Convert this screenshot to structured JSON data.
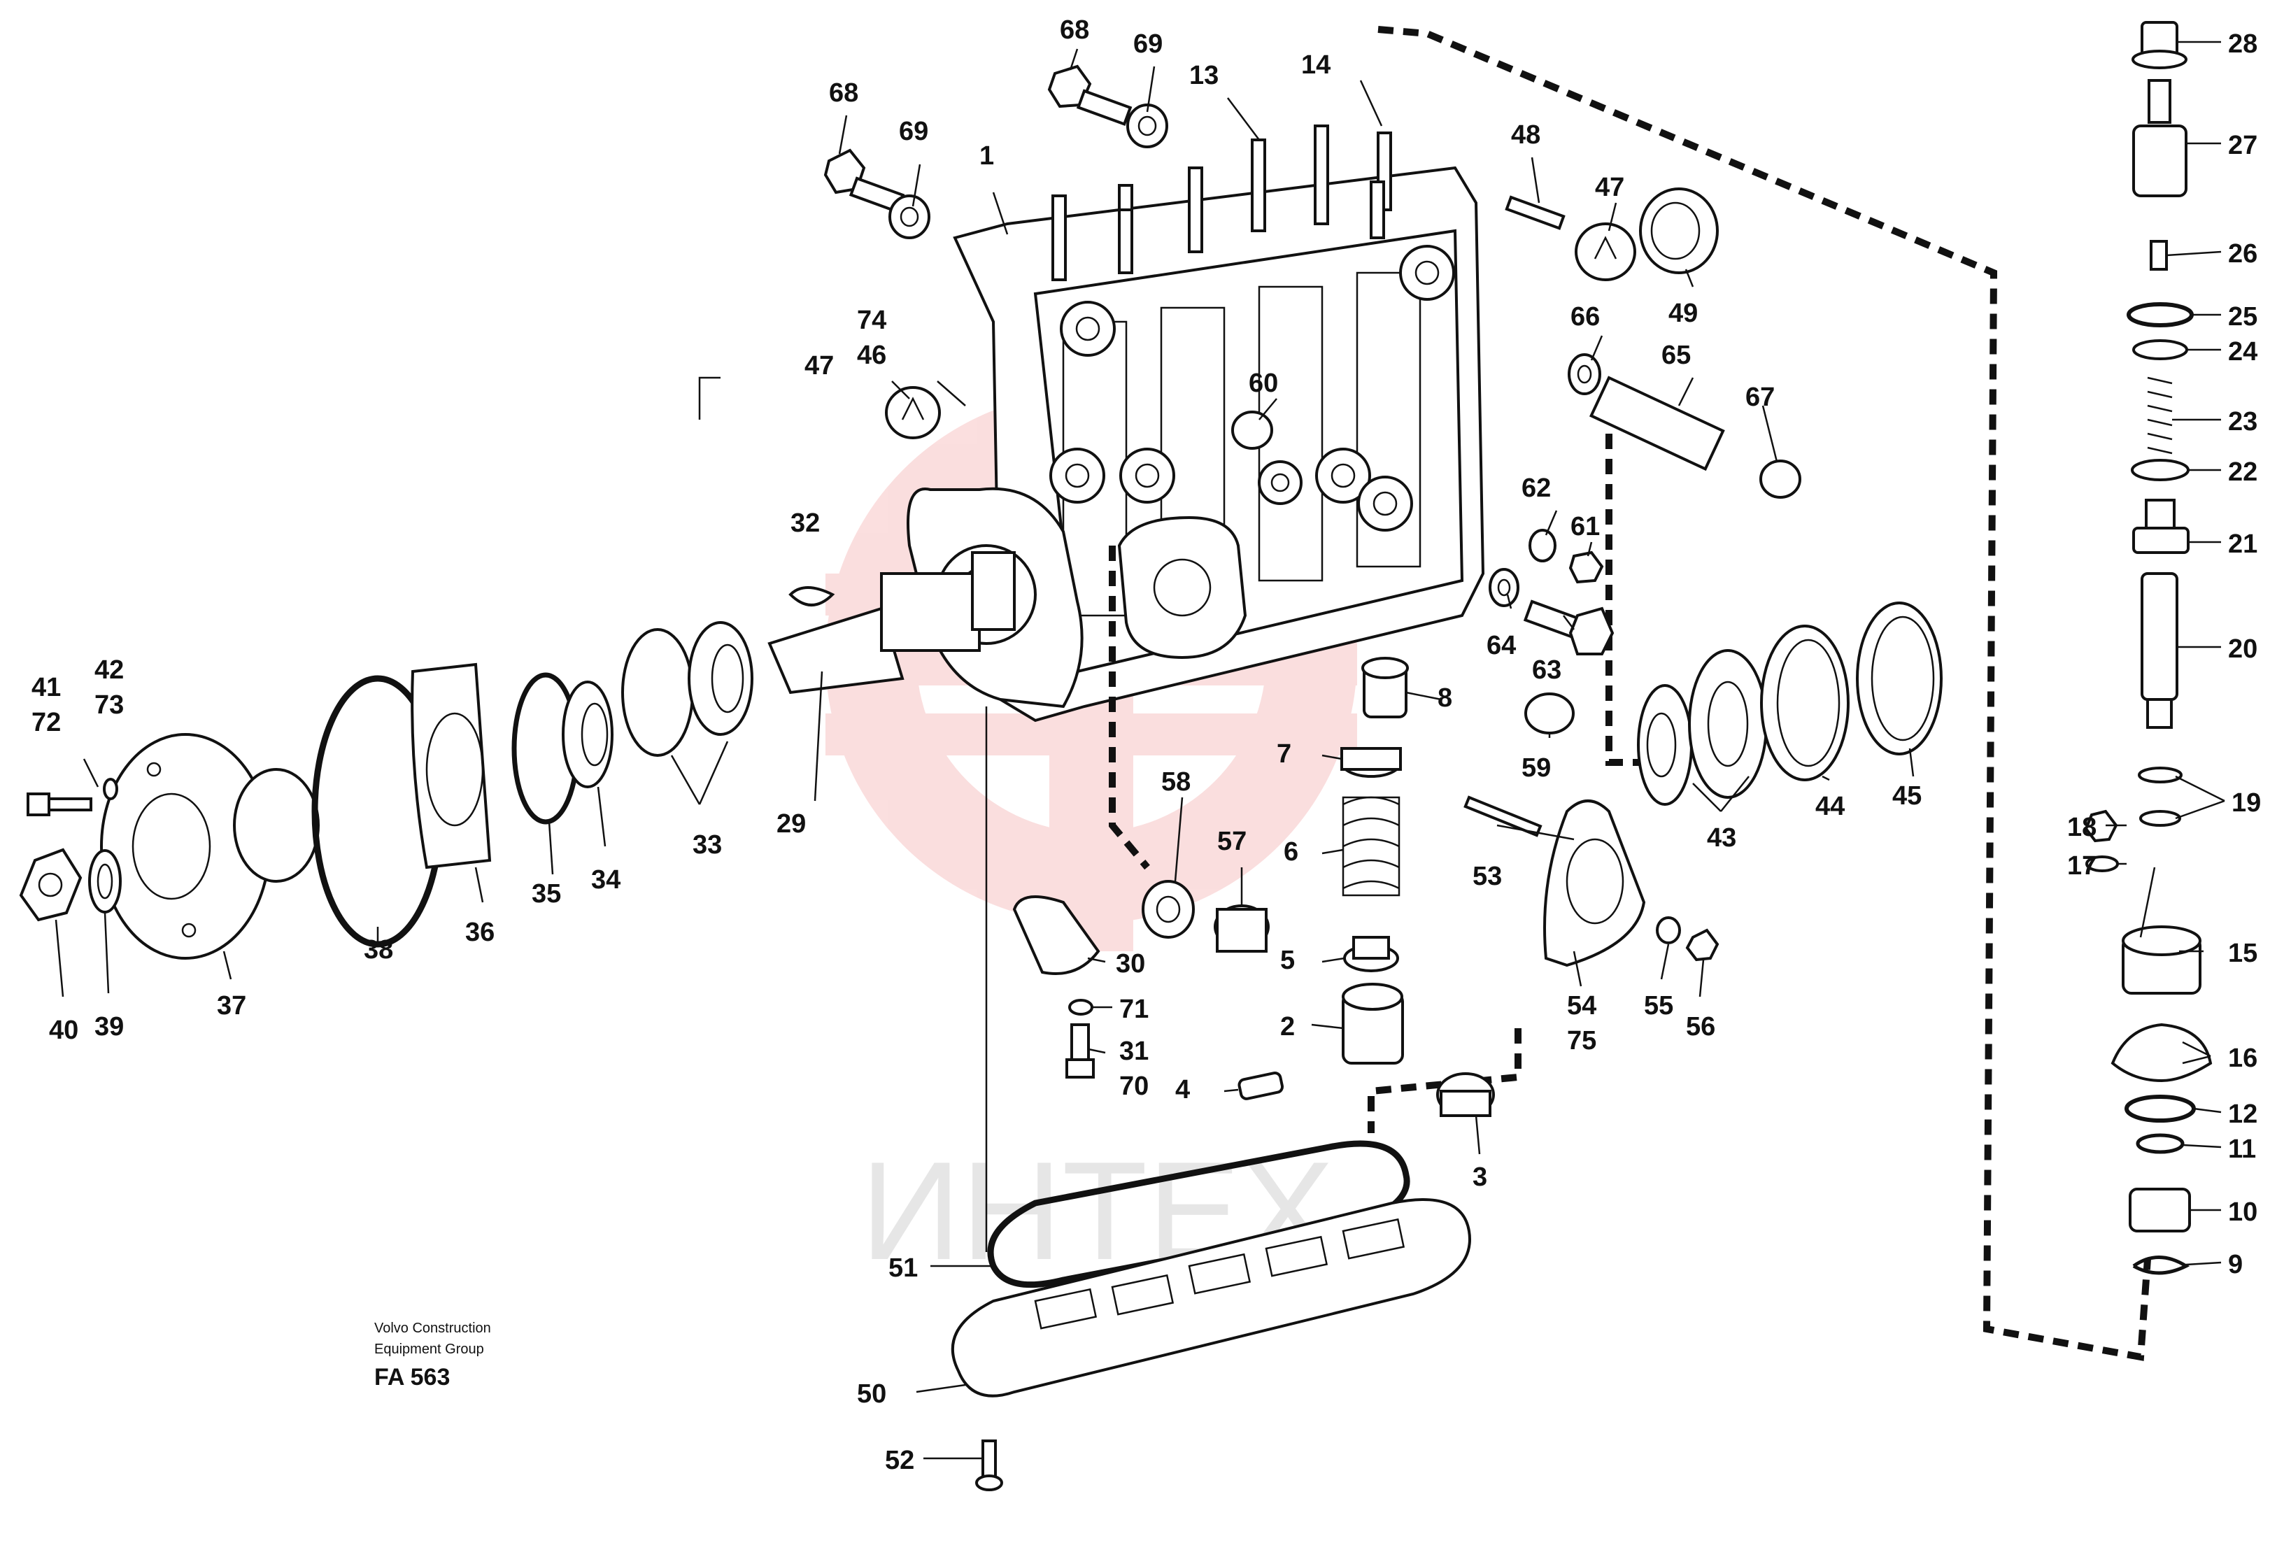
{
  "diagram": {
    "caption_line1": "Volvo Construction",
    "caption_line2": "Equipment Group",
    "caption_code": "FA 563",
    "watermark_text": "ИНТЕХ",
    "watermark_color": "#f3a6a6",
    "line_color": "#111111"
  },
  "labels": {
    "p1": "1",
    "p2": "2",
    "p3": "3",
    "p4": "4",
    "p5": "5",
    "p6": "6",
    "p7": "7",
    "p8": "8",
    "p9": "9",
    "p10": "10",
    "p11": "11",
    "p12": "12",
    "p13": "13",
    "p14": "14",
    "p15": "15",
    "p16": "16",
    "p17": "17",
    "p18": "18",
    "p19": "19",
    "p20": "20",
    "p21": "21",
    "p22": "22",
    "p23": "23",
    "p24": "24",
    "p25": "25",
    "p26": "26",
    "p27": "27",
    "p28": "28",
    "p29": "29",
    "p30": "30",
    "p31": "31",
    "p32": "32",
    "p33": "33",
    "p34": "34",
    "p35": "35",
    "p36": "36",
    "p37": "37",
    "p38": "38",
    "p39": "39",
    "p40": "40",
    "p41": "41",
    "p42": "42",
    "p43": "43",
    "p44": "44",
    "p45": "45",
    "p46": "46",
    "p47a": "47",
    "p47b": "47",
    "p48": "48",
    "p49": "49",
    "p50": "50",
    "p51": "51",
    "p52": "52",
    "p53": "53",
    "p54": "54",
    "p55": "55",
    "p56": "56",
    "p57": "57",
    "p58": "58",
    "p59": "59",
    "p60": "60",
    "p61": "61",
    "p62": "62",
    "p63": "63",
    "p64": "64",
    "p65": "65",
    "p66": "66",
    "p67": "67",
    "p68a": "68",
    "p68b": "68",
    "p69a": "69",
    "p69b": "69",
    "p70": "70",
    "p71": "71",
    "p72": "72",
    "p73": "73",
    "p74": "74",
    "p75": "75"
  }
}
